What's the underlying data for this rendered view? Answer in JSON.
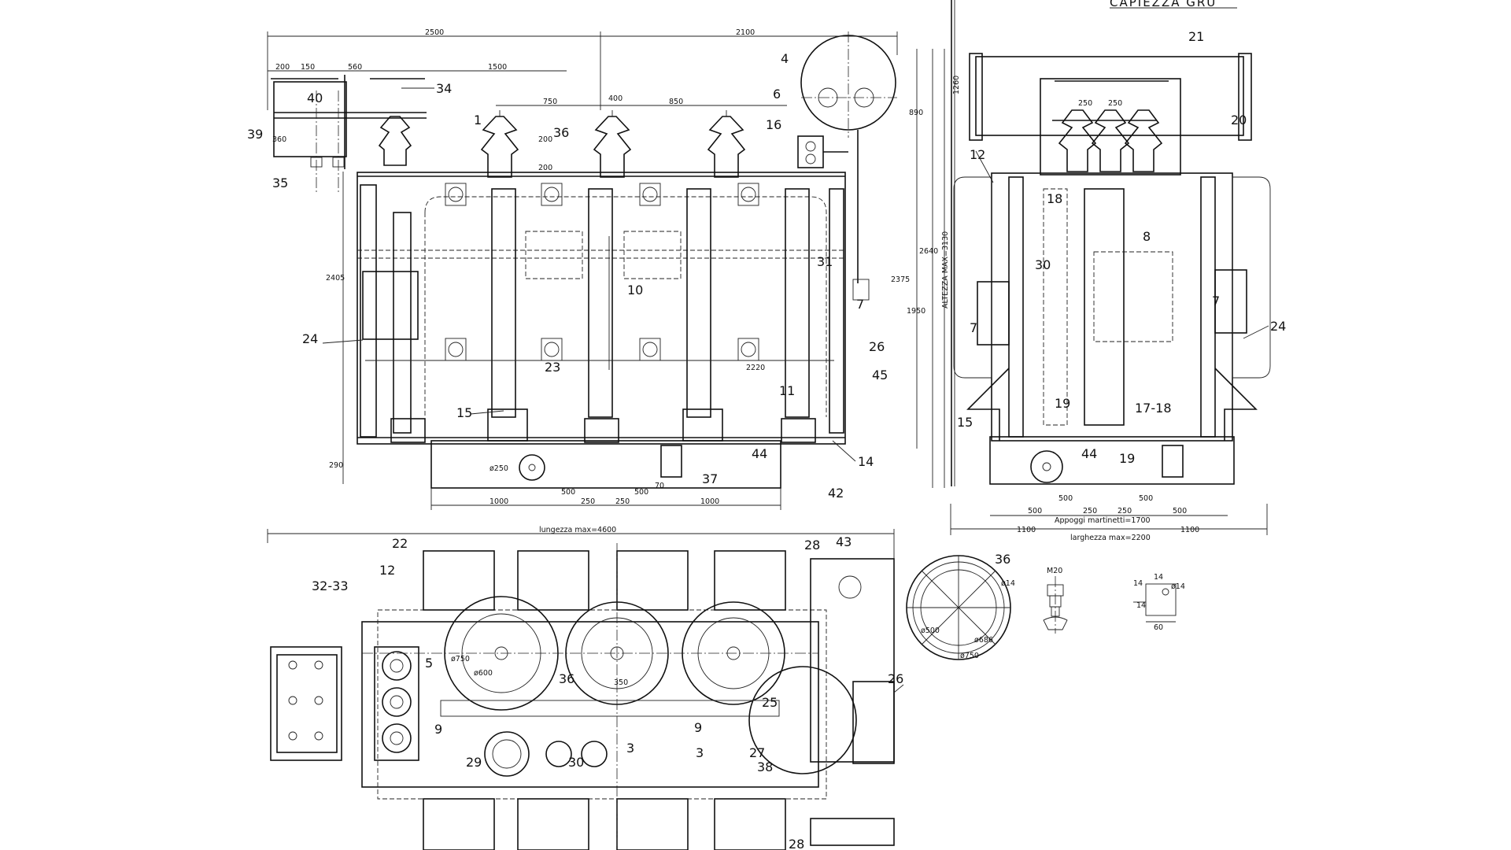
{
  "title_block": {
    "text": "CAPIEZZA GRU"
  },
  "front_view": {
    "dims_top": [
      "2500",
      "2100",
      "200",
      "150",
      "560",
      "1500",
      "750",
      "400",
      "850"
    ],
    "dims_vertical": [
      "360",
      "2405",
      "290",
      "2640",
      "2375",
      "1950",
      "890",
      "1260"
    ],
    "max_height": "ALTEZZA MAX=3130",
    "dims_bottom": [
      "1000",
      "500",
      "250",
      "250",
      "500",
      "1000"
    ],
    "inner_dims": [
      "2220",
      "70",
      "ø250",
      "200",
      "200"
    ],
    "callouts": [
      "1",
      "4",
      "6",
      "16",
      "36",
      "34",
      "40",
      "39",
      "35",
      "10",
      "31",
      "7",
      "26",
      "45",
      "24",
      "23",
      "15",
      "11",
      "14",
      "44",
      "37",
      "42"
    ]
  },
  "side_view": {
    "callouts": [
      "21",
      "20",
      "12",
      "18",
      "8",
      "30",
      "7",
      "7",
      "24",
      "15",
      "19",
      "17-18",
      "44",
      "19"
    ],
    "dims_top": [
      "250",
      "250"
    ],
    "dims_bottom": [
      "500",
      "500",
      "250",
      "250",
      "500",
      "500",
      "1100",
      "1100"
    ],
    "jack_support": "Appoggi martinetti=1700",
    "max_width": "larghezza max=2200"
  },
  "plan_view": {
    "max_length": "lungezza max=4600",
    "callouts": [
      "22",
      "12",
      "32-33",
      "28",
      "43",
      "5",
      "36",
      "25",
      "26",
      "9",
      "9",
      "29",
      "30",
      "3",
      "3",
      "27",
      "38",
      "28"
    ],
    "small_dims": [
      "ø750",
      "ø600",
      "350"
    ]
  },
  "detail_36": {
    "callout": "36",
    "dims": [
      "ø14",
      "ø500",
      "ø686",
      "ø750"
    ]
  },
  "bolt_detail": {
    "label": "M20"
  },
  "bracket_detail": {
    "dims": [
      "14",
      "14",
      "14",
      "ø14",
      "60"
    ]
  }
}
